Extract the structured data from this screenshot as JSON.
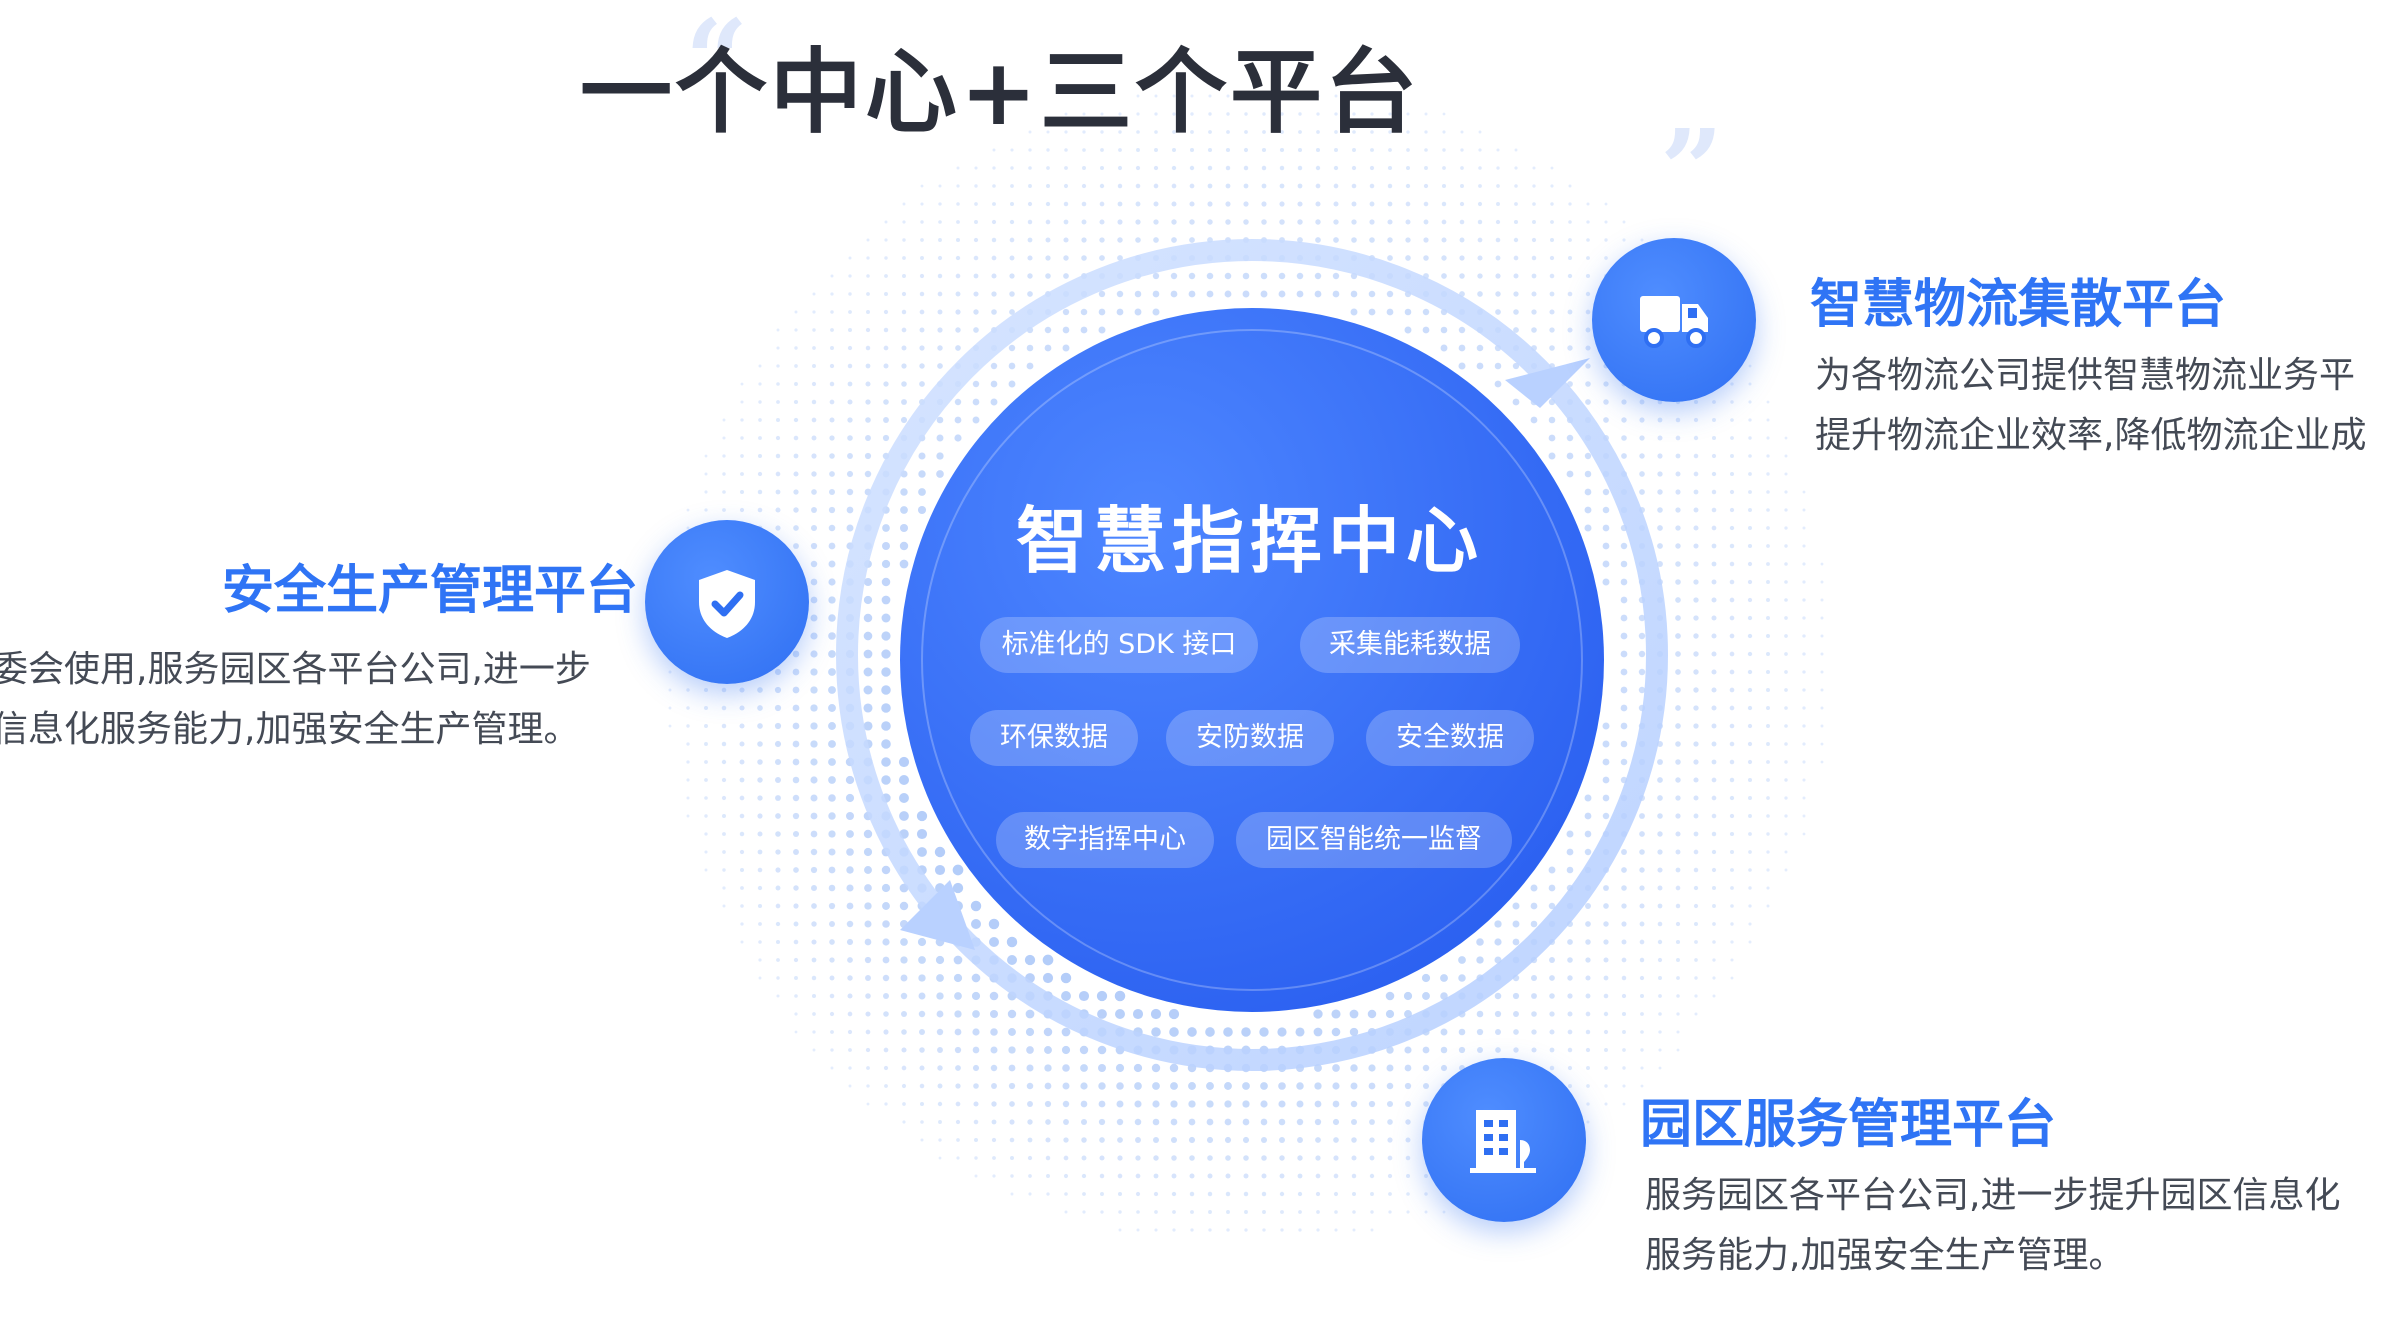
{
  "title": "一个中心+三个平台",
  "center": {
    "title": "智慧指挥中心",
    "tags": [
      "标准化的 SDK 接口",
      "采集能耗数据",
      "环保数据",
      "安防数据",
      "安全数据",
      "数字指挥中心",
      "园区智能统一监督"
    ]
  },
  "platforms": {
    "logistics": {
      "title": "智慧物流集散平台",
      "desc": [
        "为各物流公司提供智慧物流业务平",
        "提升物流企业效率,降低物流企业成"
      ]
    },
    "safety": {
      "title": "安全生产管理平台",
      "desc": [
        "委会使用,服务园区各平台公司,进一步",
        "信息化服务能力,加强安全生产管理。"
      ]
    },
    "park": {
      "title": "园区服务管理平台",
      "desc": [
        "服务园区各平台公司,进一步提升园区信息化",
        "服务能力,加强安全生产管理。"
      ]
    }
  },
  "icons": {
    "logistics": "truck-icon",
    "safety": "shield-check-icon",
    "park": "building-icon"
  },
  "colors": {
    "accent": "#2f74f5",
    "center_gradient_start": "#4d86ff",
    "center_gradient_end": "#2a5ff0",
    "title": "#2b2f3a",
    "text": "#444a55"
  }
}
